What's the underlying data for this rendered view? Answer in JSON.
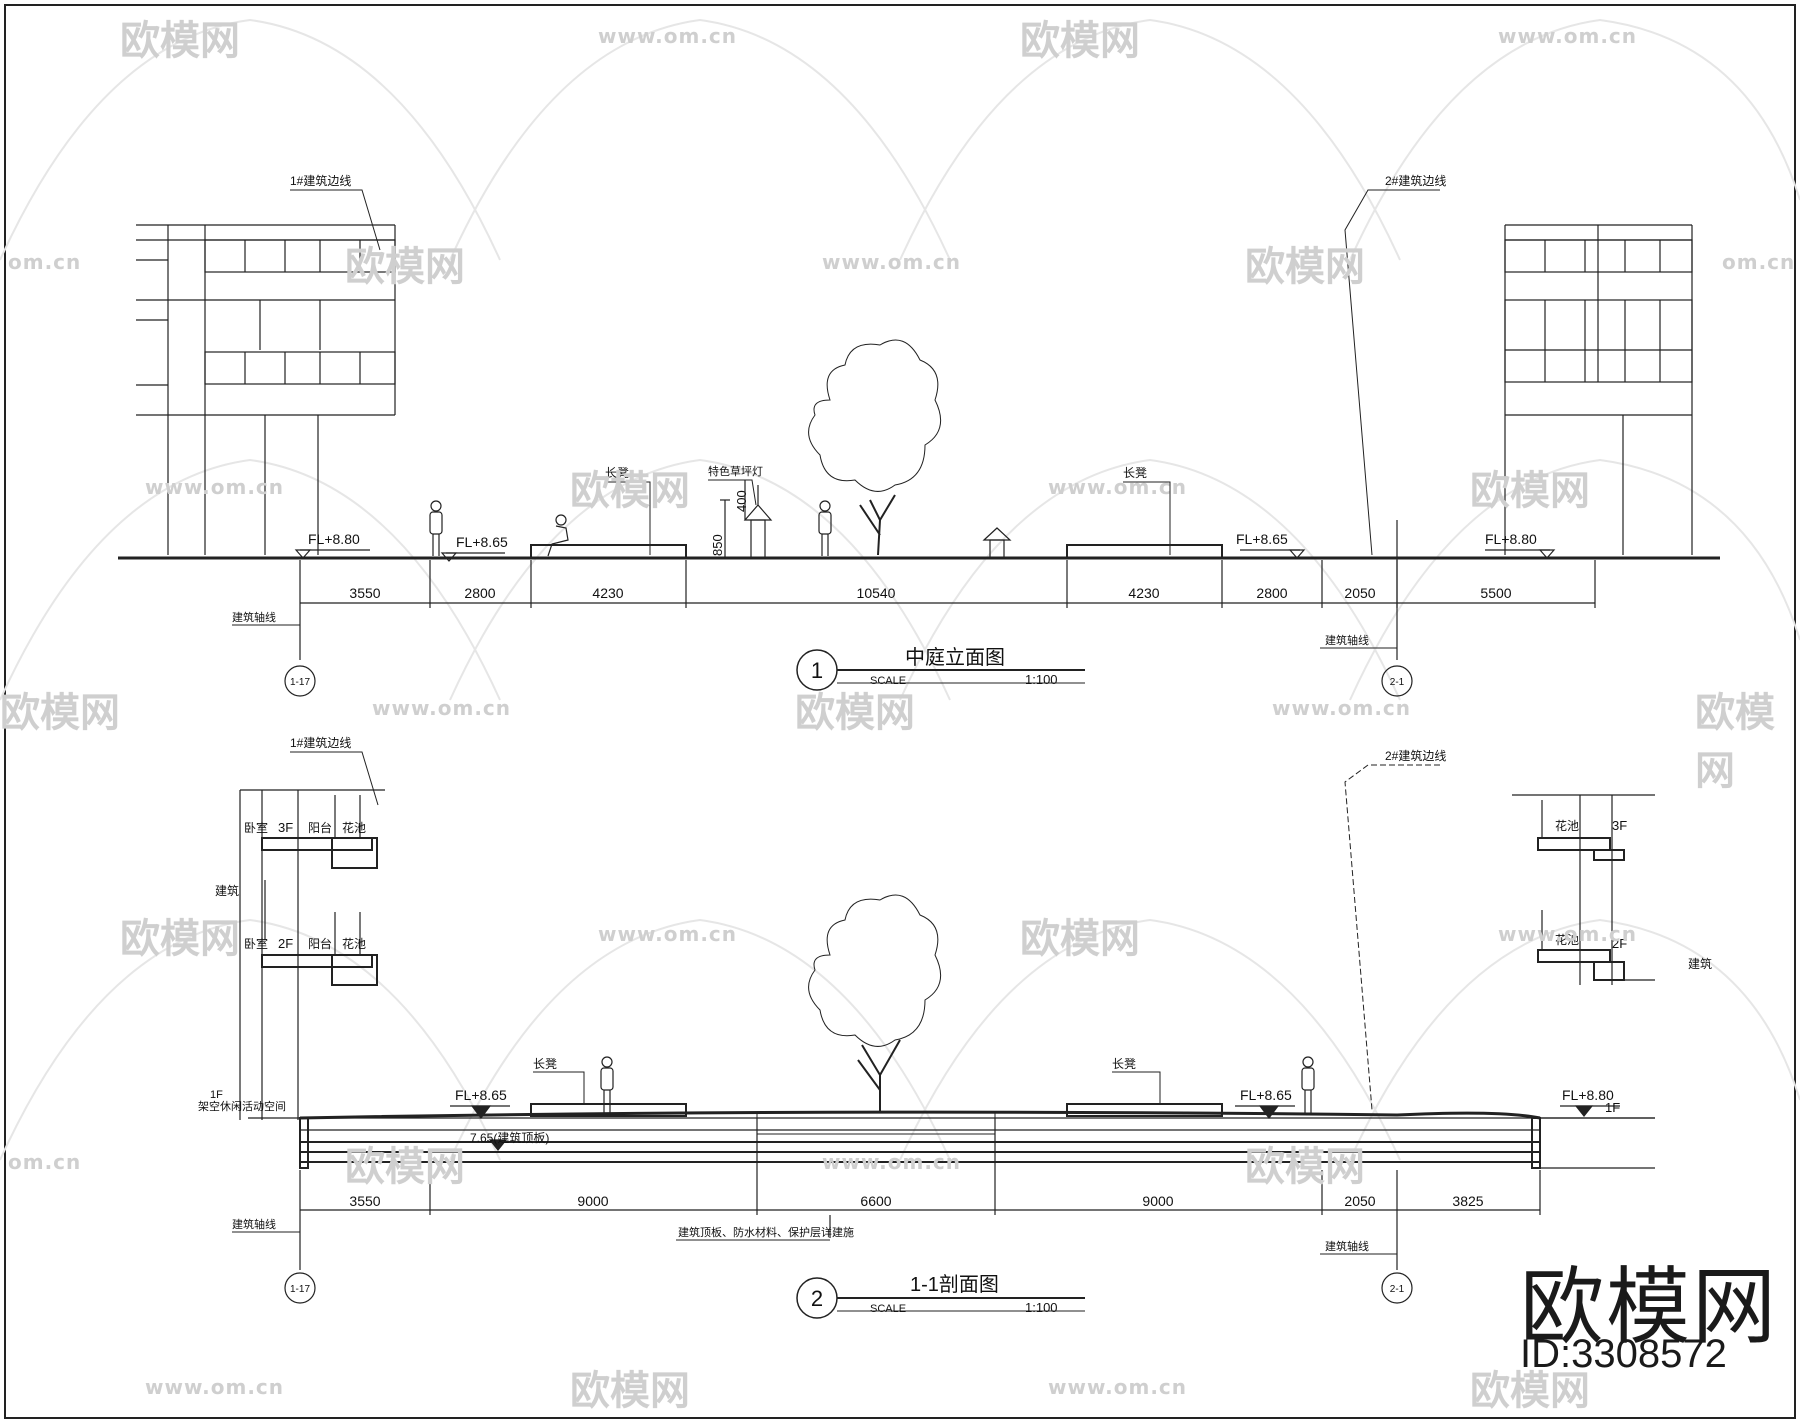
{
  "watermark": {
    "logo_text": "欧模网",
    "url_text": "www.om.cn",
    "url_fragment": "om.cn"
  },
  "brand": {
    "name": "欧模网",
    "id_text": "ID:3308572"
  },
  "elevation": {
    "title": "中庭立面图",
    "number": "1",
    "scale_label": "SCALE",
    "scale_value": "1:100",
    "labels": {
      "left_bldg_line": "1#建筑边线",
      "right_bldg_line": "2#建筑边线",
      "bench_left": "长凳",
      "bench_right": "长凳",
      "lantern": "特色草坪灯",
      "axis_label_left": "建筑轴线",
      "axis_label_right": "建筑轴线",
      "axis_left": "1-17",
      "axis_right": "2-1",
      "dim_400": "400",
      "dim_850": "850"
    },
    "levels": [
      "FL+8.80",
      "FL+8.65",
      "FL+8.65",
      "FL+8.80"
    ],
    "dimensions": [
      "3550",
      "2800",
      "4230",
      "10540",
      "4230",
      "2800",
      "2050",
      "5500"
    ]
  },
  "section": {
    "title": "1-1剖面图",
    "number": "2",
    "scale_label": "SCALE",
    "scale_value": "1:100",
    "labels": {
      "left_bldg_line": "1#建筑边线",
      "right_bldg_line": "2#建筑边线",
      "bench_left": "长凳",
      "bench_right": "长凳",
      "bedroom_3f": "卧室",
      "floor_3f": "3F",
      "balcony_3f": "阳台",
      "planter_3f": "花池",
      "bedroom_2f": "卧室",
      "floor_2f": "2F",
      "balcony_2f": "阳台",
      "planter_2f": "花池",
      "building_left": "建筑",
      "building_right": "建筑",
      "right_planter_3f": "花池",
      "right_floor_3f": "3F",
      "right_planter_2f": "花池",
      "right_floor_2f": "2F",
      "ground_1f_left": "1F",
      "open_space": "架空休闲活动空间",
      "ground_1f_right": "1F",
      "slab_level": "7.65(建筑顶板)",
      "note": "建筑顶板、防水材料、保护层详建施",
      "axis_label_left": "建筑轴线",
      "axis_label_right": "建筑轴线",
      "axis_left": "1-17",
      "axis_right": "2-1"
    },
    "levels": [
      "FL+8.65",
      "FL+8.65",
      "FL+8.80"
    ],
    "dimensions": [
      "3550",
      "9000",
      "6600",
      "9000",
      "2050",
      "3825"
    ]
  }
}
